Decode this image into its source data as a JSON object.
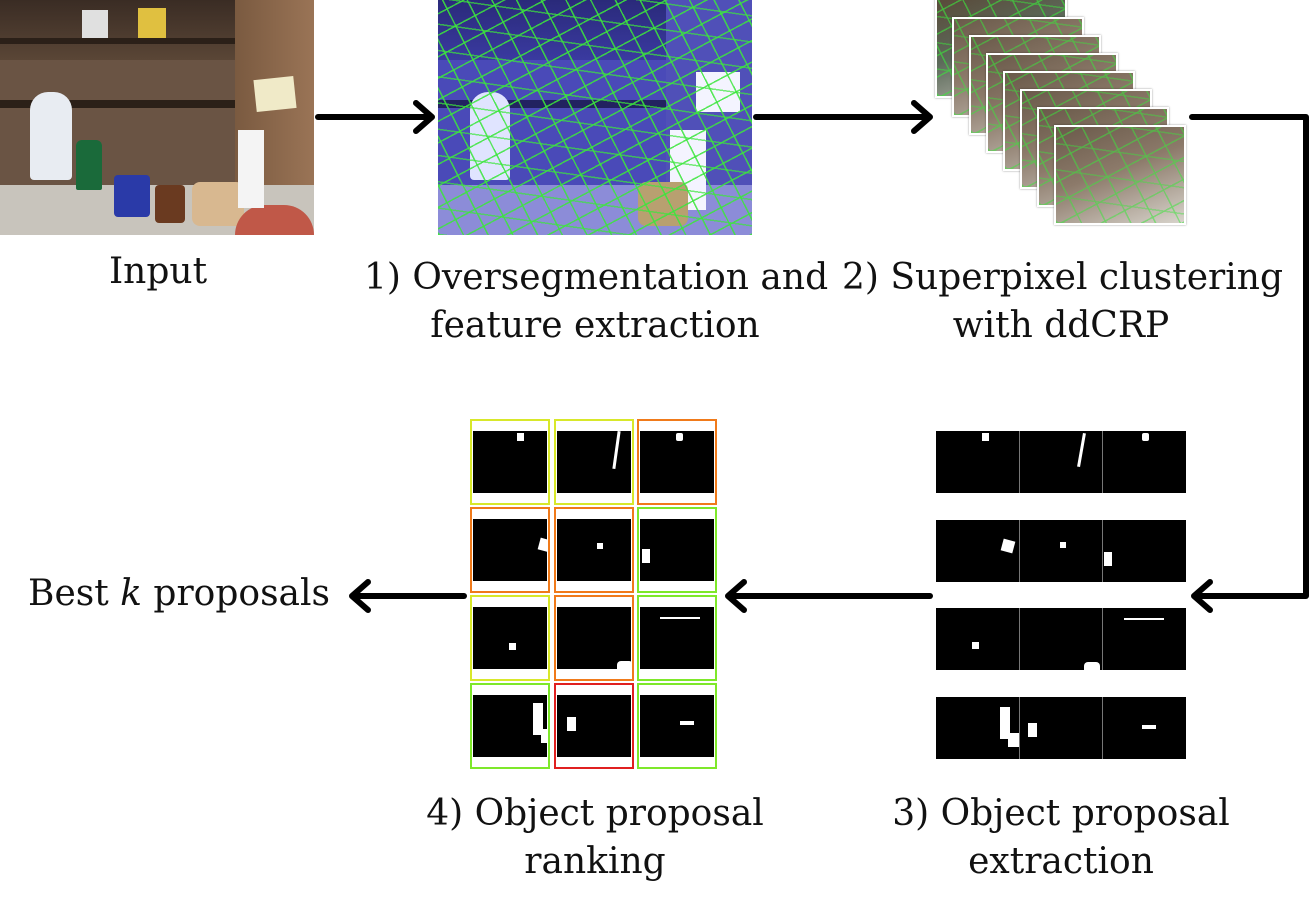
{
  "labels": {
    "input": "Input",
    "step1_line1": "1) Oversegmentation and",
    "step1_line2": "feature extraction",
    "step2_line1": "2) Superpixel clustering",
    "step2_line2": "with ddCRP",
    "step3_line1": "3) Object proposal",
    "step3_line2": "extraction",
    "step4_line1": "4) Object proposal",
    "step4_line2": "ranking",
    "output_pre": "Best ",
    "output_k": "k",
    "output_post": " proposals"
  },
  "colors": {
    "arrow": "#000000",
    "superpixel_boundary": "#3ce63c",
    "rank_best": "#7ee82a",
    "rank_mid": "#d8e82a",
    "rank_orange": "#f07a1a",
    "rank_worst": "#e02020"
  },
  "ranking_frame_colors": [
    [
      "#d8e82a",
      "#d8e82a",
      "#f07a1a"
    ],
    [
      "#f07a1a",
      "#f07a1a",
      "#7ee82a"
    ],
    [
      "#d8e82a",
      "#f07a1a",
      "#7ee82a"
    ],
    [
      "#7ee82a",
      "#e02020",
      "#7ee82a"
    ]
  ]
}
